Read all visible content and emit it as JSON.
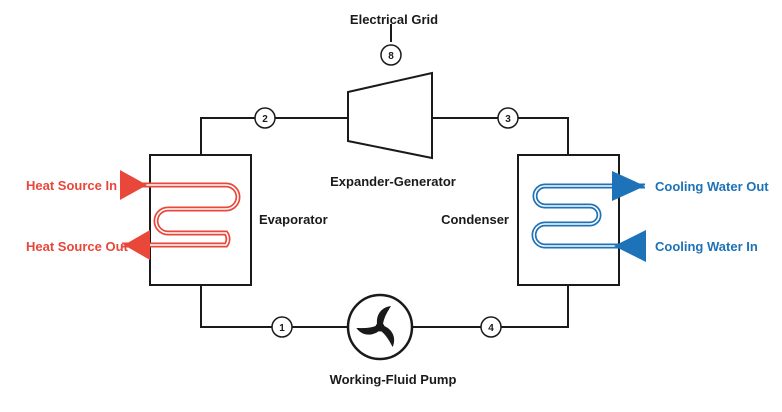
{
  "labels": {
    "grid": "Electrical Grid",
    "expander": "Expander-Generator",
    "evaporator": "Evaporator",
    "condenser": "Condenser",
    "pump": "Working-Fluid Pump",
    "heat_in": "Heat Source In",
    "heat_out": "Heat Source Out",
    "cool_out": "Cooling Water Out",
    "cool_in": "Cooling Water In"
  },
  "state_points": {
    "p1": "1",
    "p2": "2",
    "p3": "3",
    "p4": "4",
    "p8": "8"
  },
  "colors": {
    "hot": "#e8473a",
    "cold": "#1d72b8",
    "line": "#1a1a1a"
  }
}
